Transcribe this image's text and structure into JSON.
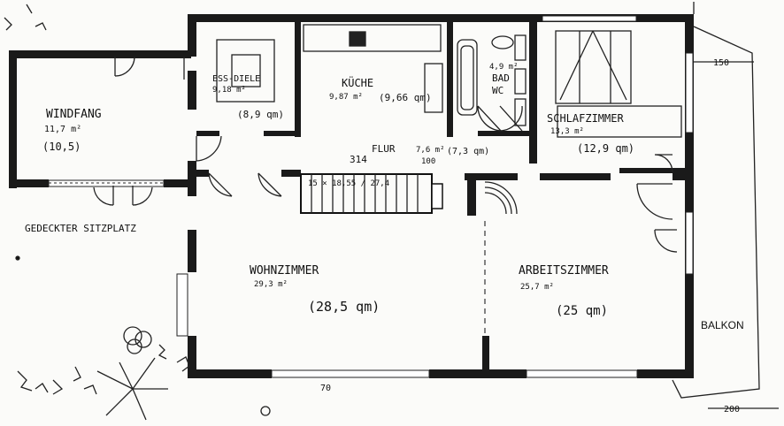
{
  "rooms": {
    "windfang": {
      "name": "WINDFANG",
      "area": "11,7 m²",
      "qm": "(10,5)"
    },
    "essdiele": {
      "name": "ESS-DIELE",
      "area": "9,18 m²",
      "qm": "(8,9 qm)"
    },
    "kueche": {
      "name": "KÜCHE",
      "area": "9,87 m²",
      "qm": "(9,66 qm)"
    },
    "bad": {
      "name": "BAD",
      "sub": "WC",
      "area": "4,9 m²"
    },
    "schlafzimmer": {
      "name": "SCHLAFZIMMER",
      "area": "13,3 m²",
      "qm": "(12,9 qm)"
    },
    "flur": {
      "name": "FLUR",
      "area": "7,6 m²",
      "qm": "(7,3 qm)",
      "extra": "100"
    },
    "wohnzimmer": {
      "name": "WOHNZIMMER",
      "area": "29,3 m²",
      "qm": "(28,5 qm)"
    },
    "arbeitszimmer": {
      "name": "ARBEITSZIMMER",
      "area": "25,7 m²",
      "qm": "(25 qm)"
    }
  },
  "labels": {
    "sitzplatz": "GEDECKTER SITZPLATZ",
    "balkon": "BALKON",
    "stair_main": "314",
    "stair": "15 × 18,55 / 27,4",
    "dim_top": "150",
    "dim_bottom": "200",
    "dim_bottom_left": "70"
  }
}
